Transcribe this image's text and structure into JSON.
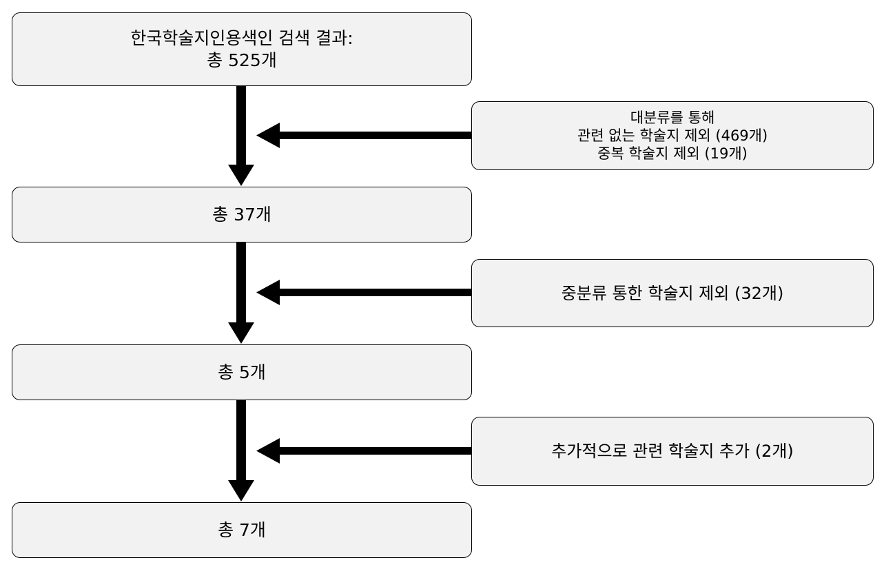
{
  "main_boxes": [
    {
      "lines": [
        "한국학술지인용색인 검색 결과:",
        "총 525개"
      ]
    },
    {
      "lines": [
        "총 37개"
      ]
    },
    {
      "lines": [
        "총 5개"
      ]
    },
    {
      "lines": [
        "총 7개"
      ]
    }
  ],
  "side_boxes": [
    {
      "lines": [
        "대분류를 통해",
        "관련 없는 학술지 제외 (469개)",
        "중복 학술지 제외 (19개)"
      ]
    },
    {
      "lines": [
        "중분류 통한 학술지 제외 (32개)"
      ]
    },
    {
      "lines": [
        "추가적으로 관련 학술지 추가 (2개)"
      ]
    }
  ],
  "colors": {
    "box_fill": "#f2f2f2",
    "box_border": "#000000",
    "arrow": "#000000"
  }
}
